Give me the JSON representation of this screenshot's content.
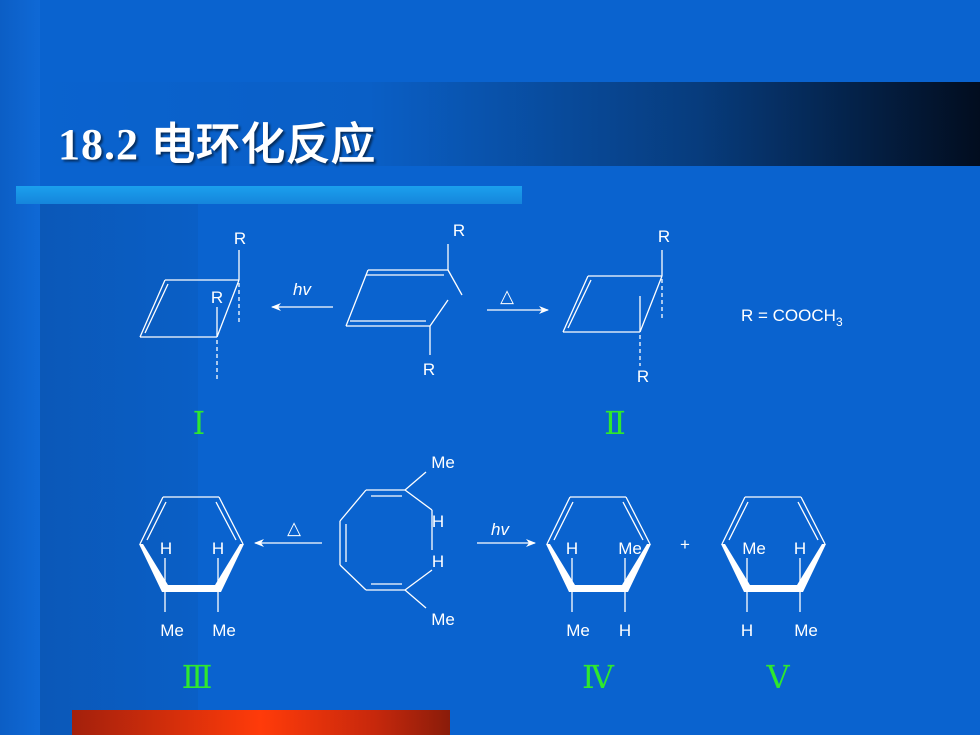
{
  "slide": {
    "title": "18.2  电环化反应"
  },
  "scheme1": {
    "substituent": "R",
    "hv": "hv",
    "delta": "△",
    "definition_prefix": "R = COOCH",
    "definition_subscript": "3",
    "label_left": "Ⅰ",
    "label_right": "Ⅱ"
  },
  "scheme2": {
    "h": "H",
    "me": "Me",
    "hv": "hv",
    "delta": "△",
    "plus": "+",
    "label_left": "Ⅲ",
    "label_middle": "Ⅳ",
    "label_right": "Ⅴ"
  },
  "colors": {
    "background": "#0a63cf",
    "title_text": "#ffffff",
    "roman_label": "#2ee82e",
    "bonds": "#ffffff",
    "accent_bar_top": "#1ba0ee",
    "accent_bar_bottom": "#ff3b0a"
  }
}
